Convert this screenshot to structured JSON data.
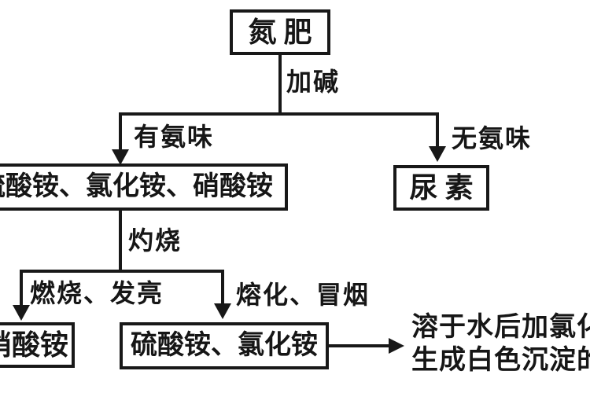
{
  "flowchart": {
    "root_label": "氮 肥",
    "add_alkali_label": "加碱",
    "has_ammonia_label": "有氨味",
    "no_ammonia_label": "无氨味",
    "ammonium_salts_label": "硫酸铵、氯化铵、硝酸铵",
    "urea_label": "尿 素",
    "ignite_label": "灼烧",
    "burn_glow_label": "燃烧、发亮",
    "melt_smoke_label": "熔化、冒烟",
    "nitrate_label": "硝酸铵",
    "sulfate_chloride_label": "硫酸铵、氯化铵",
    "result_line1": "溶于水后加氯化",
    "result_line2": "生成白色沉淀的"
  },
  "colors": {
    "ink": "#1c1c1c",
    "background": "#fefefe"
  }
}
